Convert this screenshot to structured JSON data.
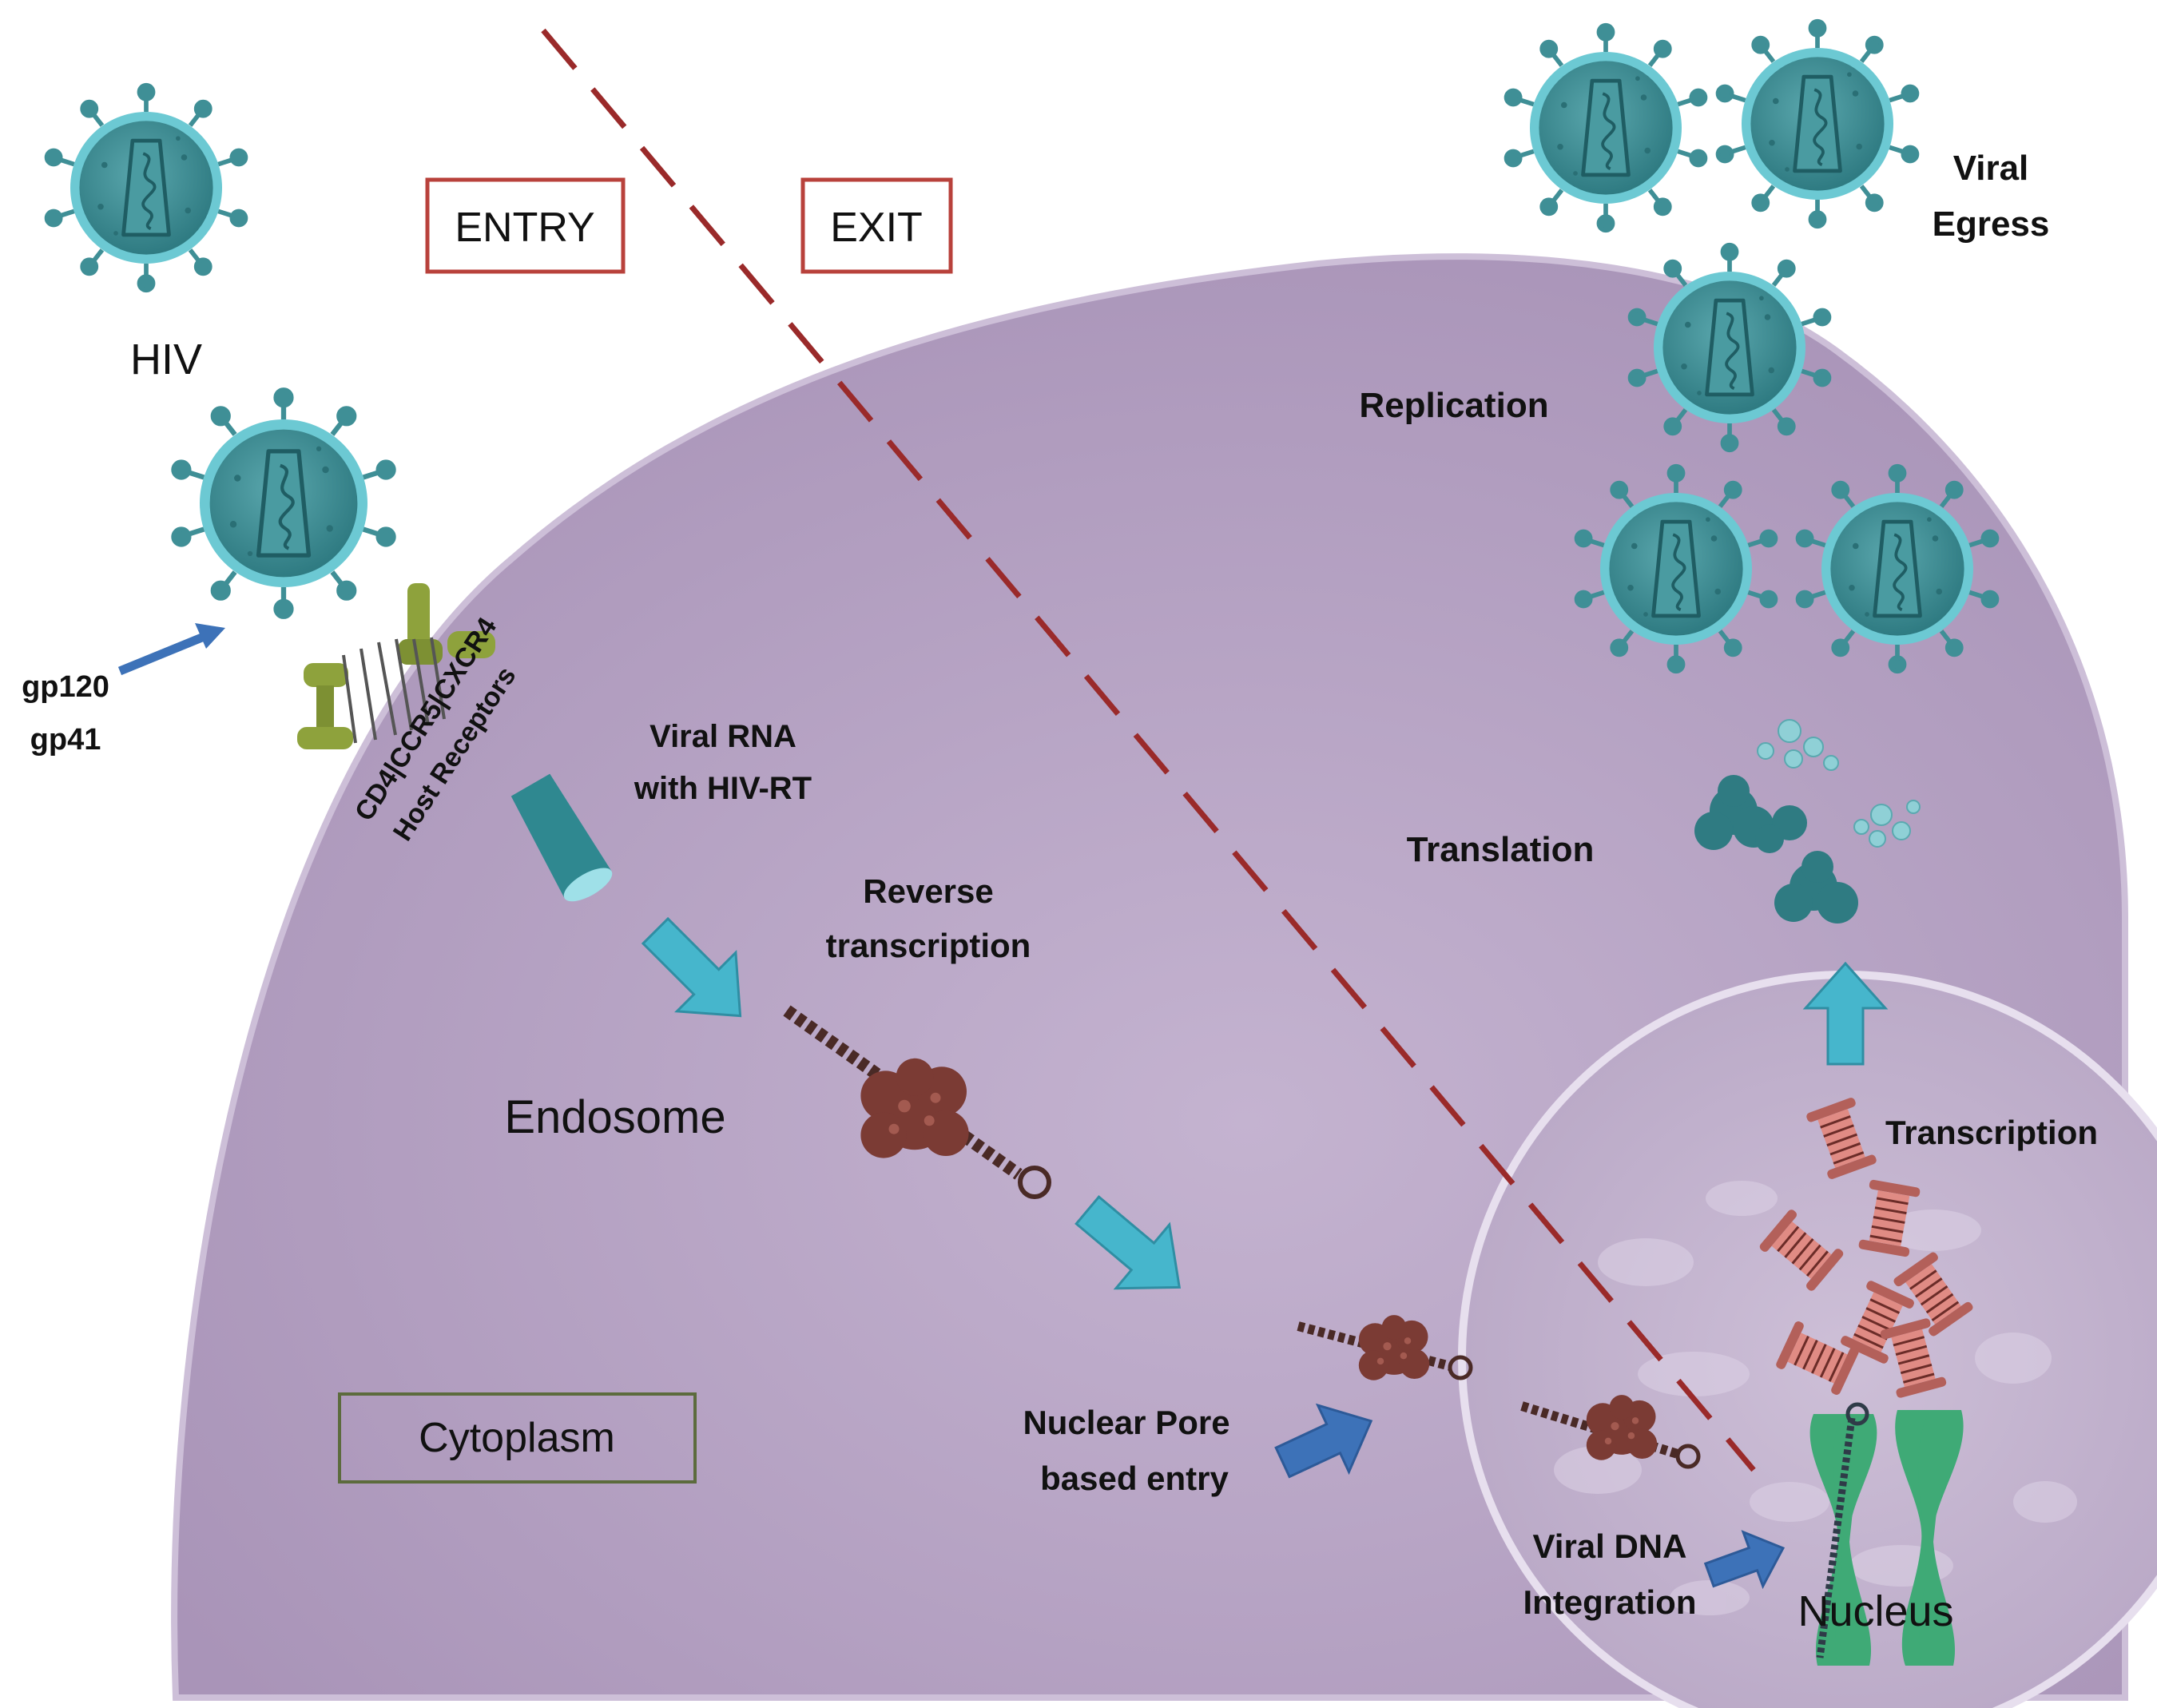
{
  "labels": {
    "hiv": "HIV",
    "entry": "ENTRY",
    "exit": "EXIT",
    "viral_egress_1": "Viral",
    "viral_egress_2": "Egress",
    "replication": "Replication",
    "gp120": "gp120",
    "gp41": "gp41",
    "receptors_1": "CD4|CCR5|CXCR4",
    "receptors_2": "Host Receptors",
    "viral_rna_1": "Viral RNA",
    "viral_rna_2": "with HIV-RT",
    "translation": "Translation",
    "reverse_1": "Reverse",
    "reverse_2": "transcription",
    "endosome": "Endosome",
    "transcription": "Transcription",
    "cytoplasm": "Cytoplasm",
    "nuclear_pore_1": "Nuclear Pore",
    "nuclear_pore_2": "based entry",
    "integration_1": "Viral DNA",
    "integration_2": "Integration",
    "nucleus": "Nucleus"
  },
  "colors": {
    "cell": "#b9a6c6",
    "nucleus": "#c7b8d1",
    "virus_fill": "#3f8f96",
    "virus_rim": "#6cc9d3",
    "entry_box": "#b8413b",
    "cytoplasm_box": "#5c6b3d",
    "dashed_line": "#9a2a2a",
    "arrow_cyan": "#46b6cc",
    "arrow_blue": "#3d72b8",
    "receptor": "#8ea23c",
    "rt_complex": "#7b3b34",
    "chromosome": "#3faa76"
  }
}
